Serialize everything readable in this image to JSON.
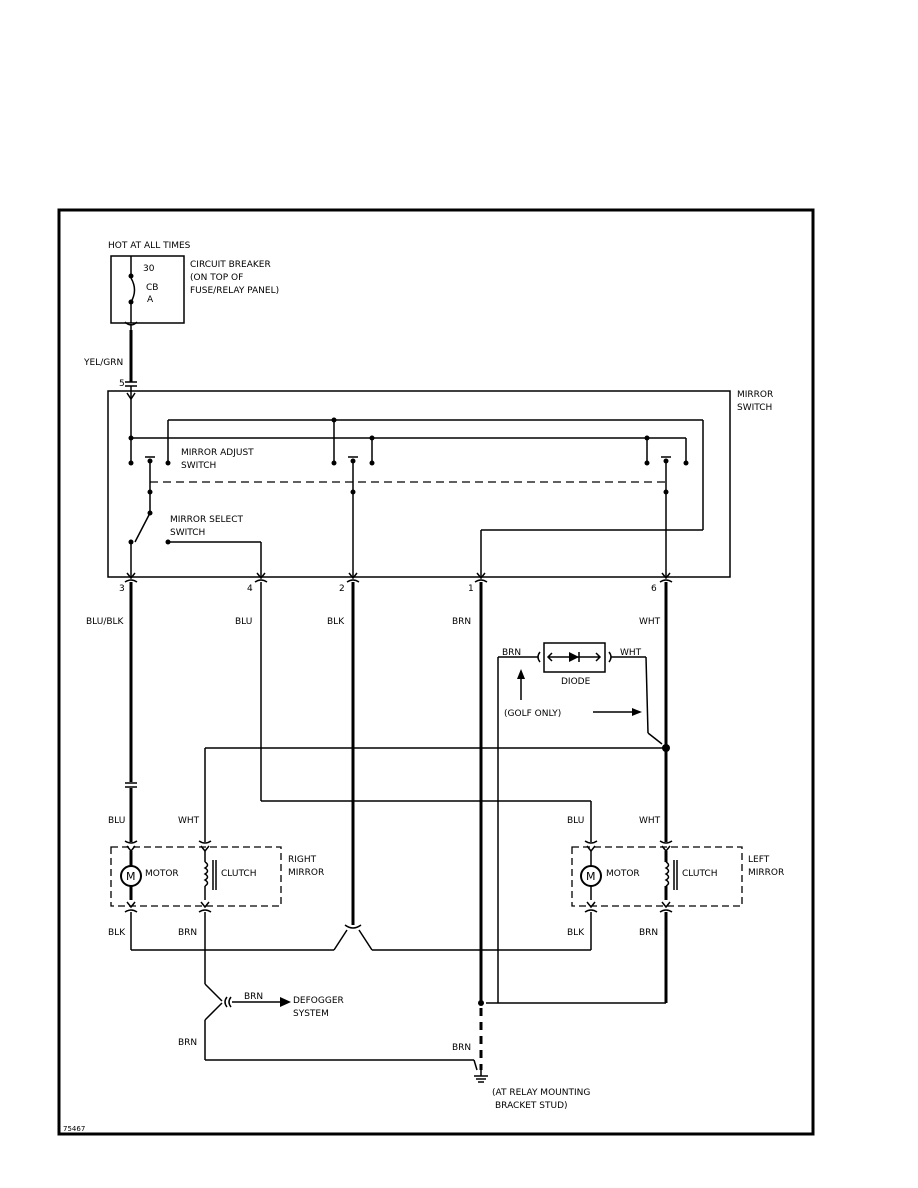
{
  "labels": {
    "hot": "HOT AT ALL TIMES",
    "cb_30": "30",
    "cb_cb": "CB",
    "cb_a": "A",
    "cb_title_1": "CIRCUIT BREAKER",
    "cb_title_2": "(ON TOP OF",
    "cb_title_3": "FUSE/RELAY PANEL)",
    "yel_grn": "YEL/GRN",
    "pin_5": "5",
    "mirror_switch_1": "MIRROR",
    "mirror_switch_2": "SWITCH",
    "mirror_adjust_1": "MIRROR ADJUST",
    "mirror_adjust_2": "SWITCH",
    "mirror_select_1": "MIRROR SELECT",
    "mirror_select_2": "SWITCH",
    "pin_3": "3",
    "pin_4": "4",
    "pin_2": "2",
    "pin_1": "1",
    "pin_6": "6",
    "blu_blk": "BLU/BLK",
    "blu": "BLU",
    "blk": "BLK",
    "brn": "BRN",
    "wht": "WHT",
    "diode": "DIODE",
    "golf_only": "(GOLF ONLY)",
    "r_blu": "BLU",
    "r_wht": "WHT",
    "l_blu": "BLU",
    "l_wht": "WHT",
    "motor_r": "MOTOR",
    "clutch_r": "CLUTCH",
    "right_mirror_1": "RIGHT",
    "right_mirror_2": "MIRROR",
    "motor_l": "MOTOR",
    "clutch_l": "CLUTCH",
    "left_mirror_1": "LEFT",
    "left_mirror_2": "MIRROR",
    "m_r": "M",
    "m_l": "M",
    "r_blk": "BLK",
    "r_brn": "BRN",
    "l_blk": "BLK",
    "l_brn": "BRN",
    "defog_brn": "BRN",
    "defogger_1": "DEFOGGER",
    "defogger_2": "SYSTEM",
    "brn_low_left": "BRN",
    "brn_ground": "BRN",
    "ground_1": "(AT RELAY MOUNTING",
    "ground_2": "BRACKET STUD)",
    "diode_brn": "BRN",
    "diode_wht": "WHT",
    "fig_id": "75467"
  }
}
